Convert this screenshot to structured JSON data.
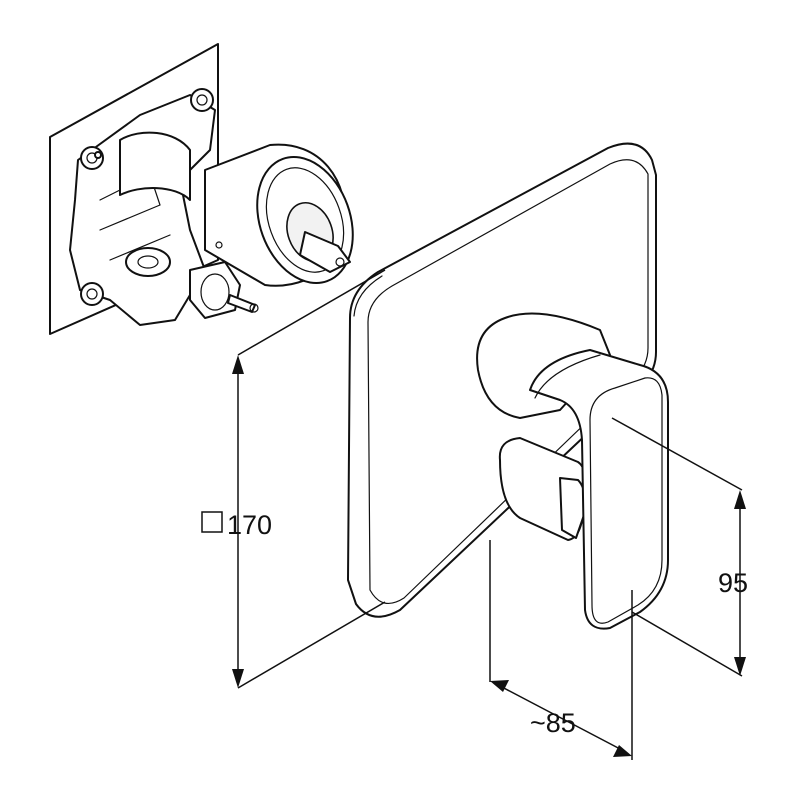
{
  "diagram": {
    "dimensions": {
      "plate_size": {
        "symbol": "□",
        "value": "170"
      },
      "lever_height": {
        "value": "95"
      },
      "projection": {
        "value": "~85"
      }
    },
    "colors": {
      "line": "#111111",
      "background": "#ffffff",
      "panel": "#f2f2f2"
    }
  }
}
